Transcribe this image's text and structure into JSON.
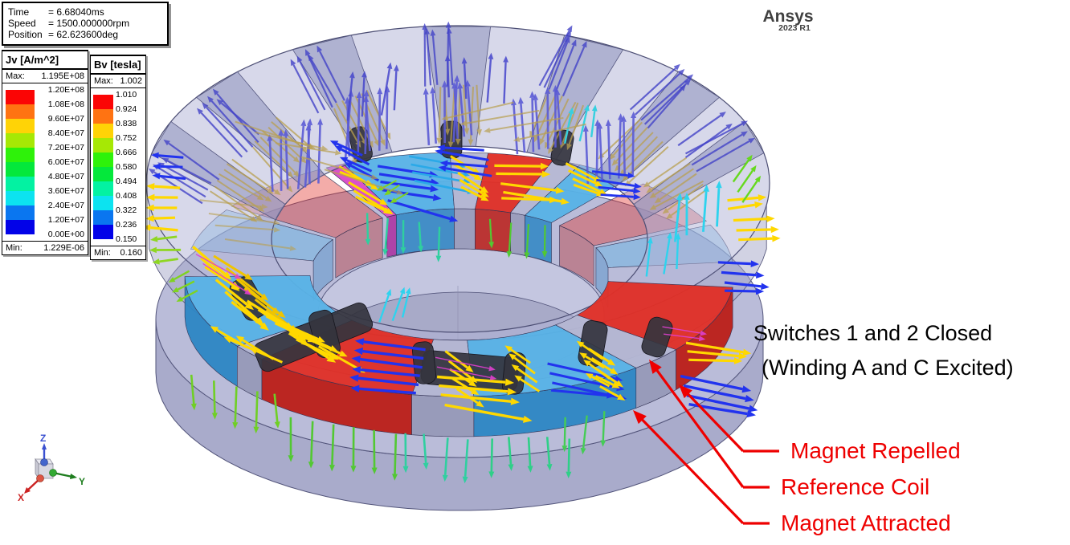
{
  "app": {
    "product": "Ansys",
    "version": "2023 R1"
  },
  "info_box": {
    "rows": [
      {
        "label": "Time",
        "value": "= 6.68040ms"
      },
      {
        "label": "Speed",
        "value": "= 1500.000000rpm"
      },
      {
        "label": "Position",
        "value": "= 62.623600deg"
      }
    ]
  },
  "legends": {
    "jv": {
      "title": "Jv [A/m^2]",
      "max_label": "Max:",
      "max_value": "1.195E+08",
      "min_label": "Min:",
      "min_value": "1.229E-06",
      "ticks": [
        "1.20E+08",
        "1.08E+08",
        "9.60E+07",
        "8.40E+07",
        "7.20E+07",
        "6.00E+07",
        "4.80E+07",
        "3.60E+07",
        "2.40E+07",
        "1.20E+07",
        "0.00E+00"
      ],
      "colors": [
        "#fb0505",
        "#ff7312",
        "#ffd306",
        "#a6e805",
        "#2ef20a",
        "#04e83b",
        "#03f2a2",
        "#0ce3f0",
        "#0a76f0",
        "#0202e8"
      ]
    },
    "bv": {
      "title": "Bv [tesla]",
      "max_label": "Max:",
      "max_value": "1.002",
      "min_label": "Min:",
      "min_value": "0.160",
      "ticks": [
        "1.010",
        "0.924",
        "0.838",
        "0.752",
        "0.666",
        "0.580",
        "0.494",
        "0.408",
        "0.322",
        "0.236",
        "0.150"
      ],
      "colors": [
        "#fb0505",
        "#ff7312",
        "#ffd306",
        "#a6e805",
        "#2ef20a",
        "#04e83b",
        "#03f2a2",
        "#0ce3f0",
        "#0a76f0",
        "#0202e8"
      ]
    }
  },
  "annotations": {
    "heading": {
      "line1": "Switches 1 and 2 Closed",
      "line2": "(Winding A and C Excited)"
    },
    "callout_color": "#ee0000",
    "callouts": [
      {
        "label": "Magnet Repelled",
        "tip": [
          845,
          479
        ],
        "bend": [
          925,
          562
        ],
        "dash_end": 970
      },
      {
        "label": "Reference Coil",
        "tip": [
          808,
          448
        ],
        "bend": [
          925,
          607
        ],
        "dash_end": 958
      },
      {
        "label": "Magnet Attracted",
        "tip": [
          788,
          511
        ],
        "bend": [
          925,
          652
        ],
        "dash_end": 958
      }
    ]
  },
  "triad": {
    "labels": {
      "x": "X",
      "y": "Y",
      "z": "Z"
    },
    "colors": {
      "x": "#cc2222",
      "y": "#1e7d1e",
      "z": "#3a50d0"
    }
  },
  "model": {
    "colors": {
      "body": "#aeb0d0",
      "body_edge": "#52547a",
      "magnet_red": "#e03028",
      "magnet_red_side": "#bb1f1a",
      "magnet_blue": "#58b2e6",
      "magnet_blue_side": "#2f86c4",
      "spacer": "#b4b6d2",
      "spacer_side": "#9799b8",
      "magenta": "#d84ac8",
      "magenta_side": "#aa30a0",
      "coil_dark": "#34343e",
      "arrow_yellow": "#ffd800",
      "arrow_blue": "#2233ee",
      "arrow_green": "#52c832",
      "arrow_teal": "#2fcf9f",
      "arrow_cyan": "#2ed3ee",
      "arrow_purple": "#5b5bd6",
      "arrow_tan": "#b9a050"
    }
  }
}
